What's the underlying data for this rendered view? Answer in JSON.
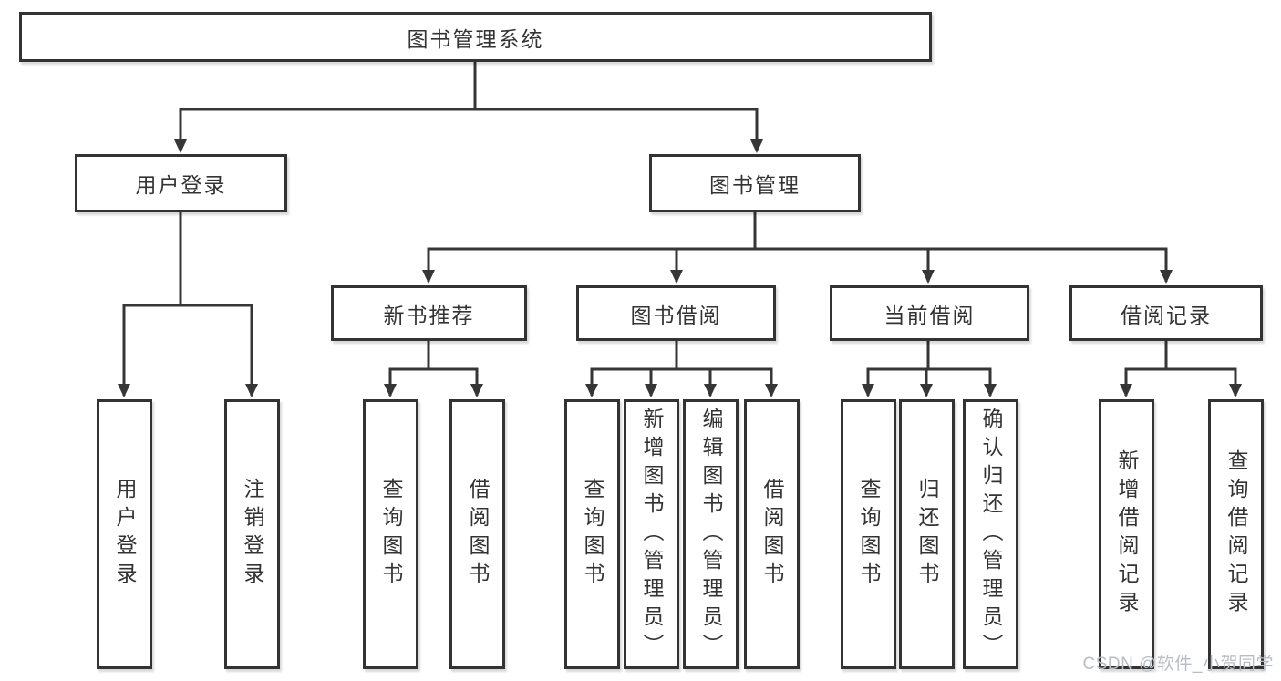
{
  "diagram": {
    "root": {
      "label": "图书管理系统"
    },
    "level2": [
      {
        "label": "用户登录",
        "children": [
          {
            "label": "用户登录"
          },
          {
            "label": "注销登录"
          }
        ]
      },
      {
        "label": "图书管理",
        "children": [
          {
            "label": "新书推荐",
            "children": [
              {
                "label": "查询图书"
              },
              {
                "label": "借阅图书"
              }
            ]
          },
          {
            "label": "图书借阅",
            "children": [
              {
                "label": "查询图书"
              },
              {
                "label": "新增图书（管理员）"
              },
              {
                "label": "编辑图书（管理员）"
              },
              {
                "label": "借阅图书"
              }
            ]
          },
          {
            "label": "当前借阅",
            "children": [
              {
                "label": "查询图书"
              },
              {
                "label": "归还图书"
              },
              {
                "label": "确认归还（管理员）"
              }
            ]
          },
          {
            "label": "借阅记录",
            "children": [
              {
                "label": "新增借阅记录"
              },
              {
                "label": "查询借阅记录"
              }
            ]
          }
        ]
      }
    ]
  },
  "watermark": {
    "text": "CSDN @软件_小贺同学"
  },
  "colors": {
    "line": "#363636",
    "text": "#333333",
    "background": "#ffffff",
    "watermark": "#b9bdc3"
  }
}
